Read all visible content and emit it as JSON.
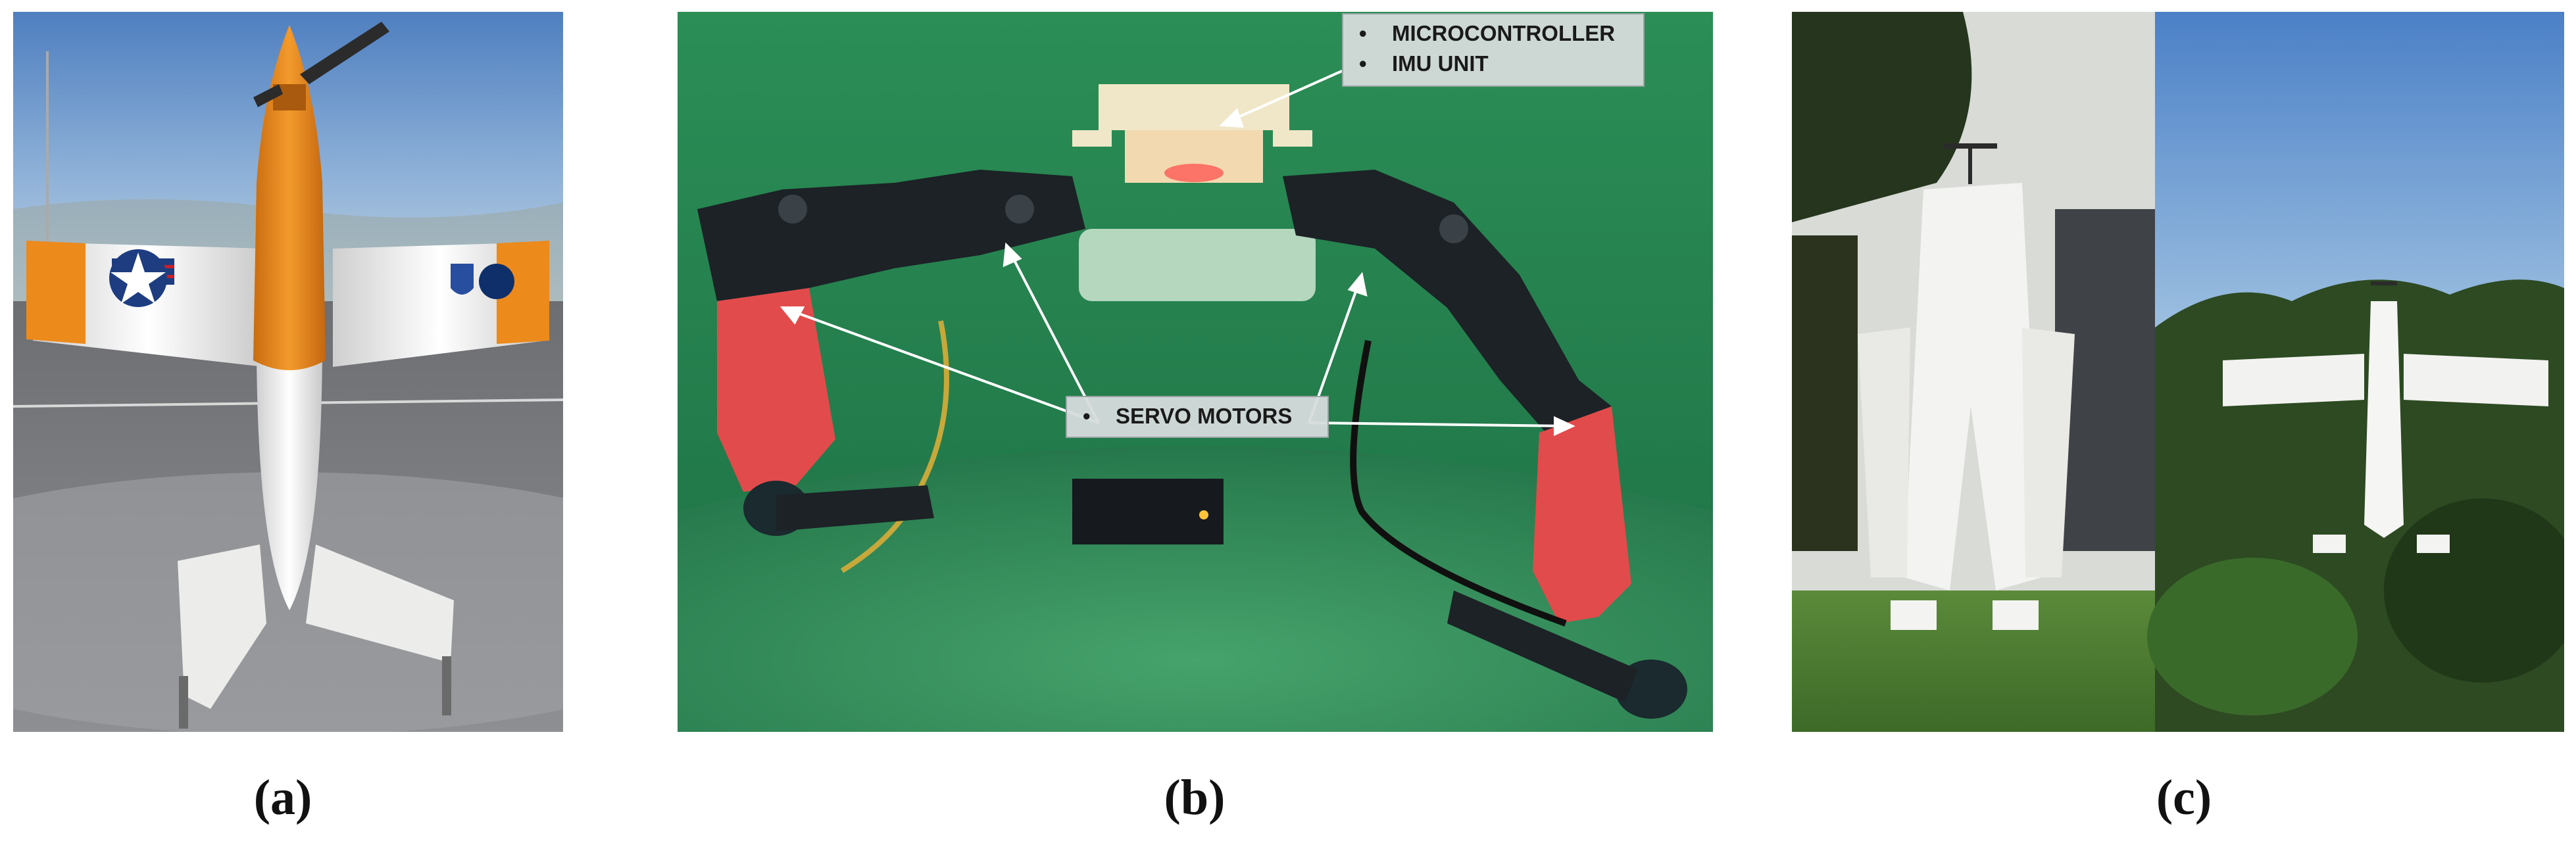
{
  "figure": {
    "captions": {
      "a": "(a)",
      "b": "(b)",
      "c": "(c)"
    },
    "panel_b": {
      "callouts": {
        "top": [
          "MICROCONTROLLER",
          "IMU UNIT"
        ],
        "servo": "SERVO MOTORS"
      },
      "bullet": "•"
    },
    "colors": {
      "sky": "#5f8fc8",
      "drone_orange": "#ec8a1c",
      "drone_white": "#f2f2f0",
      "mat_green": "#2f8a4f",
      "servo_red": "#e24b4b",
      "servo_black": "#1c2226",
      "grass": "#3f6f2e",
      "foliage": "#2d4a22"
    }
  }
}
